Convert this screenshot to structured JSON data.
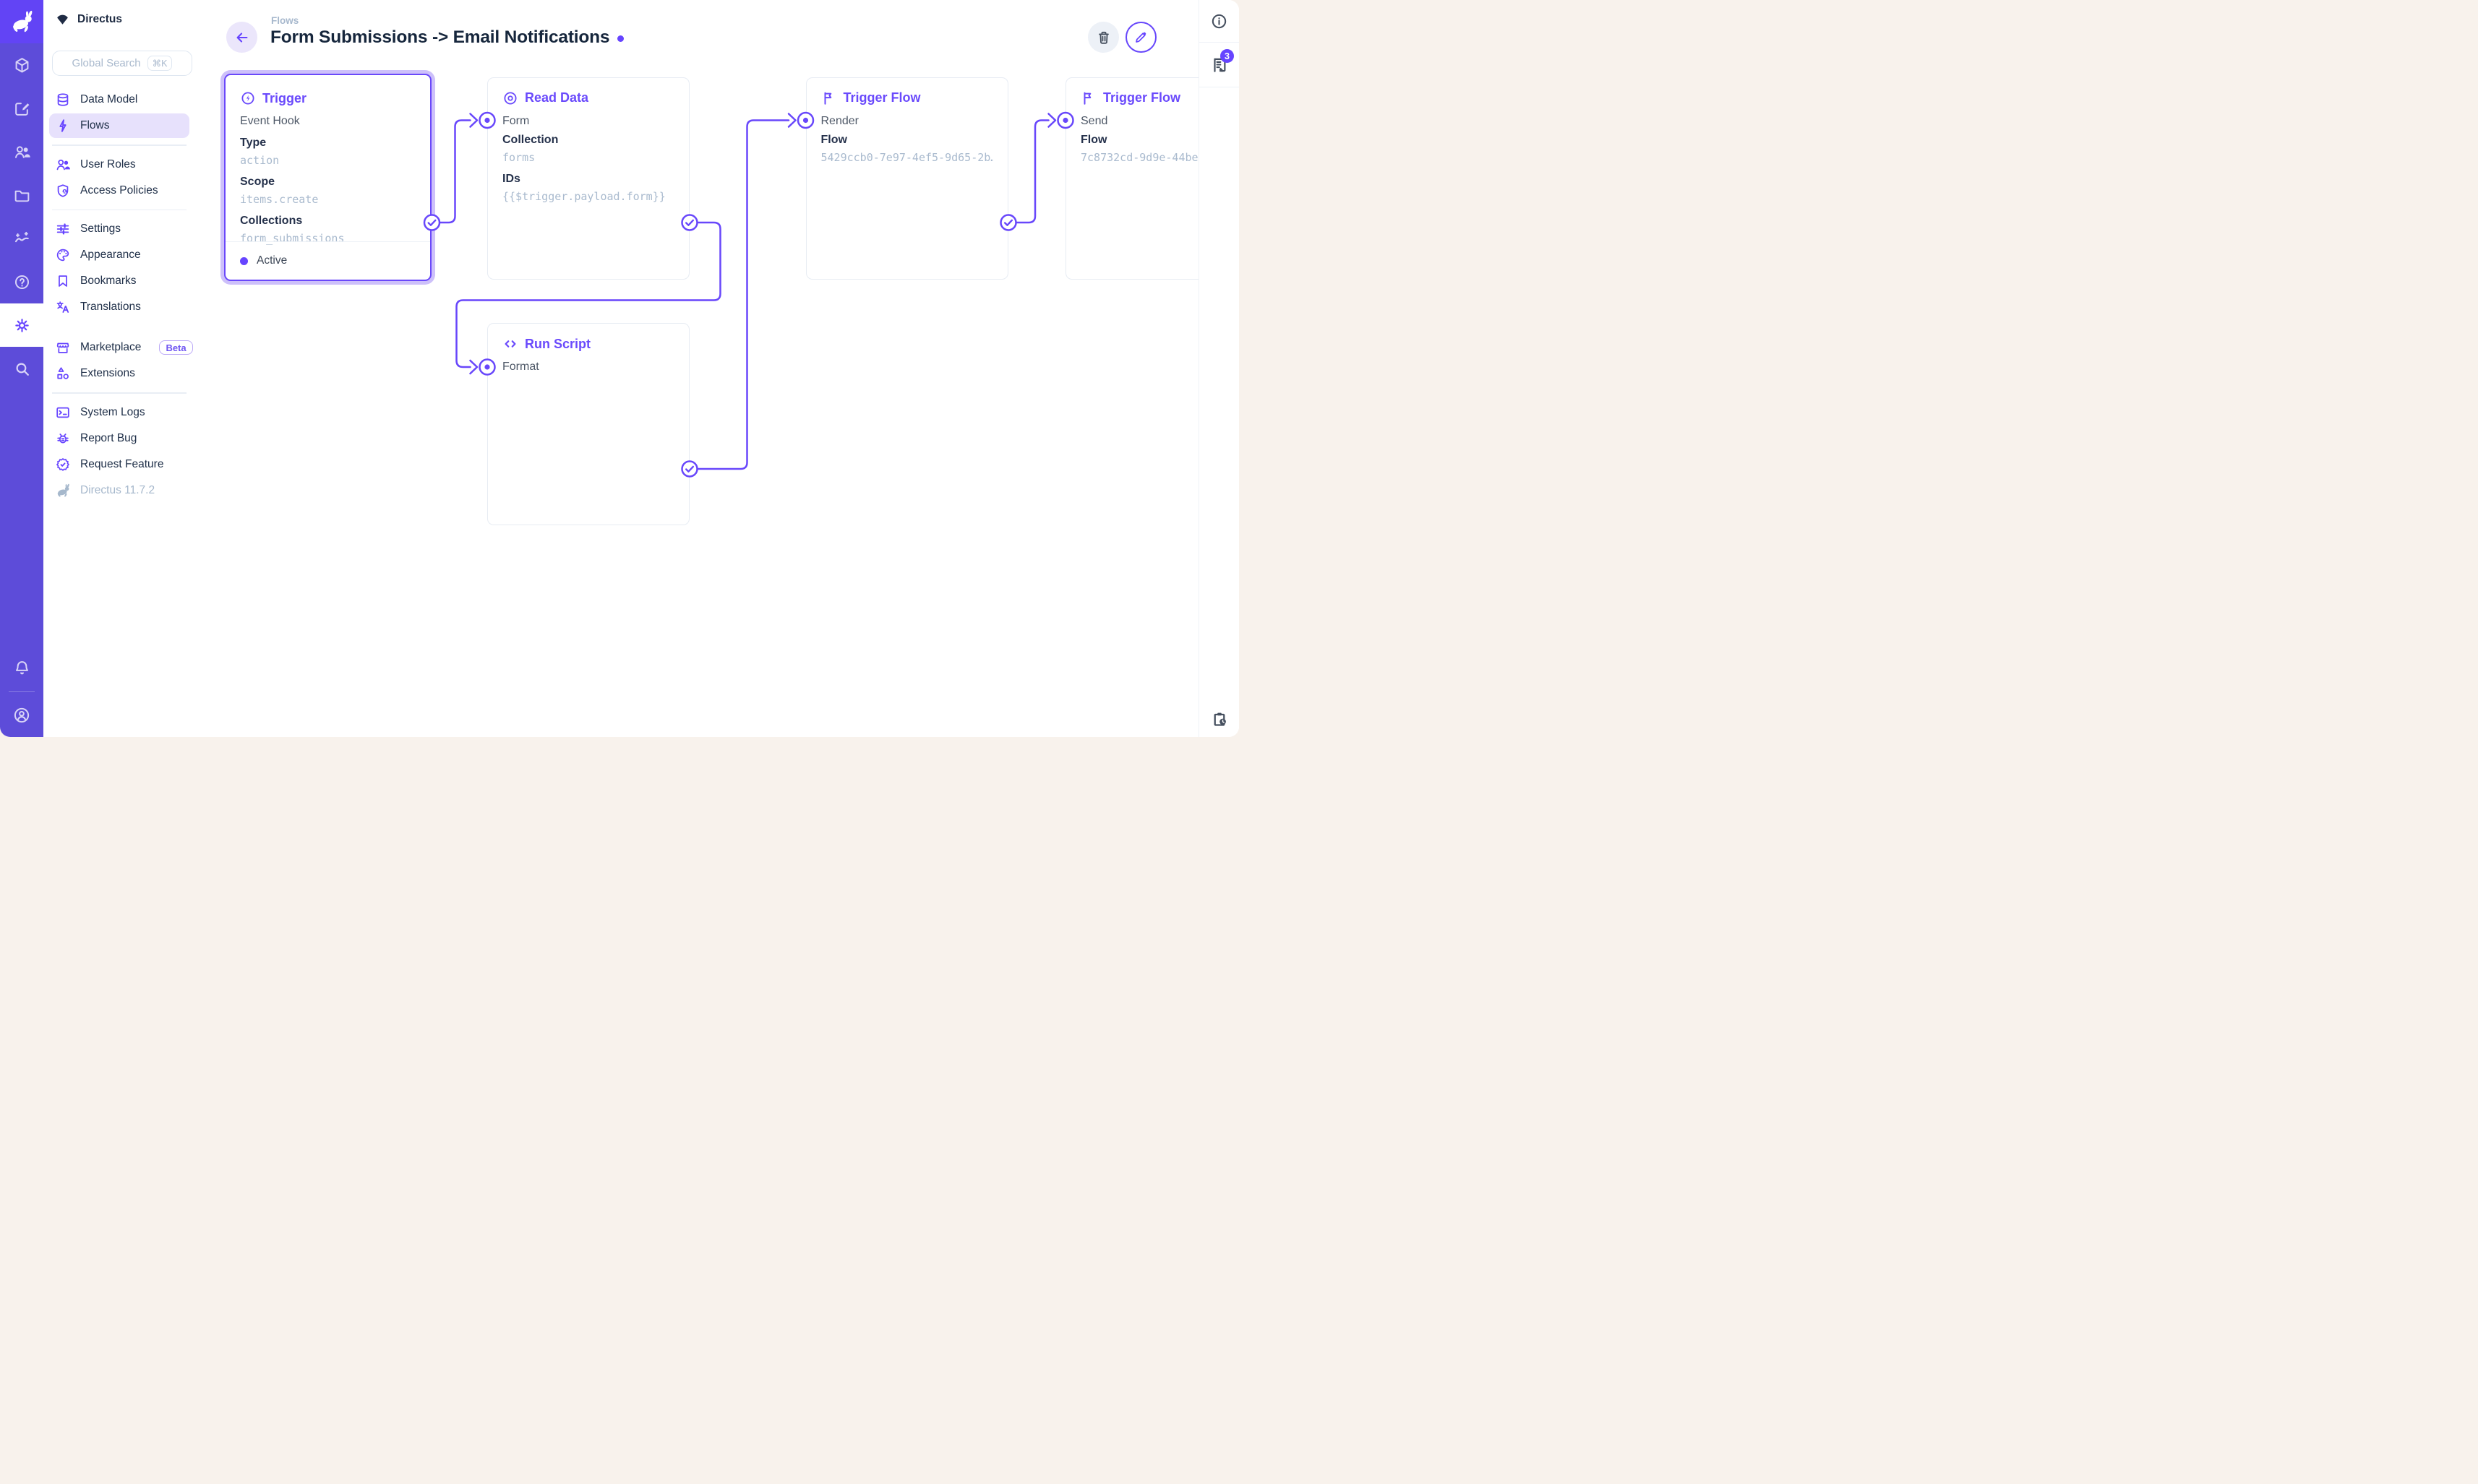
{
  "app": {
    "project_name": "Directus",
    "version": "Directus 11.7.2"
  },
  "colors": {
    "accent": "#6644ff",
    "rail": "#5d4cd9",
    "logo_tile": "#6244f5",
    "selected_halo": "#cdc0fa",
    "nav_active_bg": "#e7e1fc",
    "title": "#16263c",
    "muted": "#a7b8cd",
    "mono_value": "#a9bace"
  },
  "search": {
    "placeholder": "Global Search",
    "shortcut": "⌘K"
  },
  "module_rail": {
    "icons": [
      "directus-logo",
      "collections",
      "content",
      "users",
      "files",
      "insights",
      "help",
      "settings",
      "search",
      "notifications",
      "account"
    ],
    "active": "settings"
  },
  "sidebar": {
    "items": [
      {
        "label": "Data Model"
      },
      {
        "label": "Flows",
        "active": true
      },
      {
        "label": "User Roles"
      },
      {
        "label": "Access Policies"
      },
      {
        "label": "Settings"
      },
      {
        "label": "Appearance"
      },
      {
        "label": "Bookmarks"
      },
      {
        "label": "Translations"
      },
      {
        "label": "Marketplace",
        "badge": "Beta"
      },
      {
        "label": "Extensions"
      },
      {
        "label": "System Logs"
      },
      {
        "label": "Report Bug"
      },
      {
        "label": "Request Feature"
      }
    ]
  },
  "header": {
    "breadcrumb": "Flows",
    "title": "Form Submissions -> Email Notifications"
  },
  "right_rail": {
    "notifications_count": "3"
  },
  "canvas": {
    "nodes": [
      {
        "type_label": "Trigger",
        "icon": "bolt-circle-icon",
        "name": "Event Hook",
        "selected": true,
        "status": "Active",
        "fields": [
          {
            "label": "Type",
            "value": "action"
          },
          {
            "label": "Scope",
            "value": "items.create"
          },
          {
            "label": "Collections",
            "value": "form_submissions"
          }
        ]
      },
      {
        "type_label": "Read Data",
        "icon": "eye-icon",
        "name": "Form",
        "fields": [
          {
            "label": "Collection",
            "value": "forms"
          },
          {
            "label": "IDs",
            "value": "{{$trigger.payload.form}}"
          }
        ]
      },
      {
        "type_label": "Run Script",
        "icon": "code-icon",
        "name": "Format",
        "fields": []
      },
      {
        "type_label": "Trigger Flow",
        "icon": "flag-icon",
        "name": "Render",
        "fields": [
          {
            "label": "Flow",
            "value": "5429ccb0-7e97-4ef5-9d65-2b…"
          }
        ]
      },
      {
        "type_label": "Trigger Flow",
        "icon": "flag-icon",
        "name": "Send",
        "fields": [
          {
            "label": "Flow",
            "value": "7c8732cd-9d9e-44be"
          }
        ]
      }
    ],
    "edges": [
      {
        "from": "Trigger",
        "to": "Read Data (Form)"
      },
      {
        "from": "Read Data (Form)",
        "to": "Run Script (Format)"
      },
      {
        "from": "Run Script (Format)",
        "to": "Trigger Flow (Render)"
      },
      {
        "from": "Trigger Flow (Render)",
        "to": "Trigger Flow (Send)"
      }
    ]
  }
}
